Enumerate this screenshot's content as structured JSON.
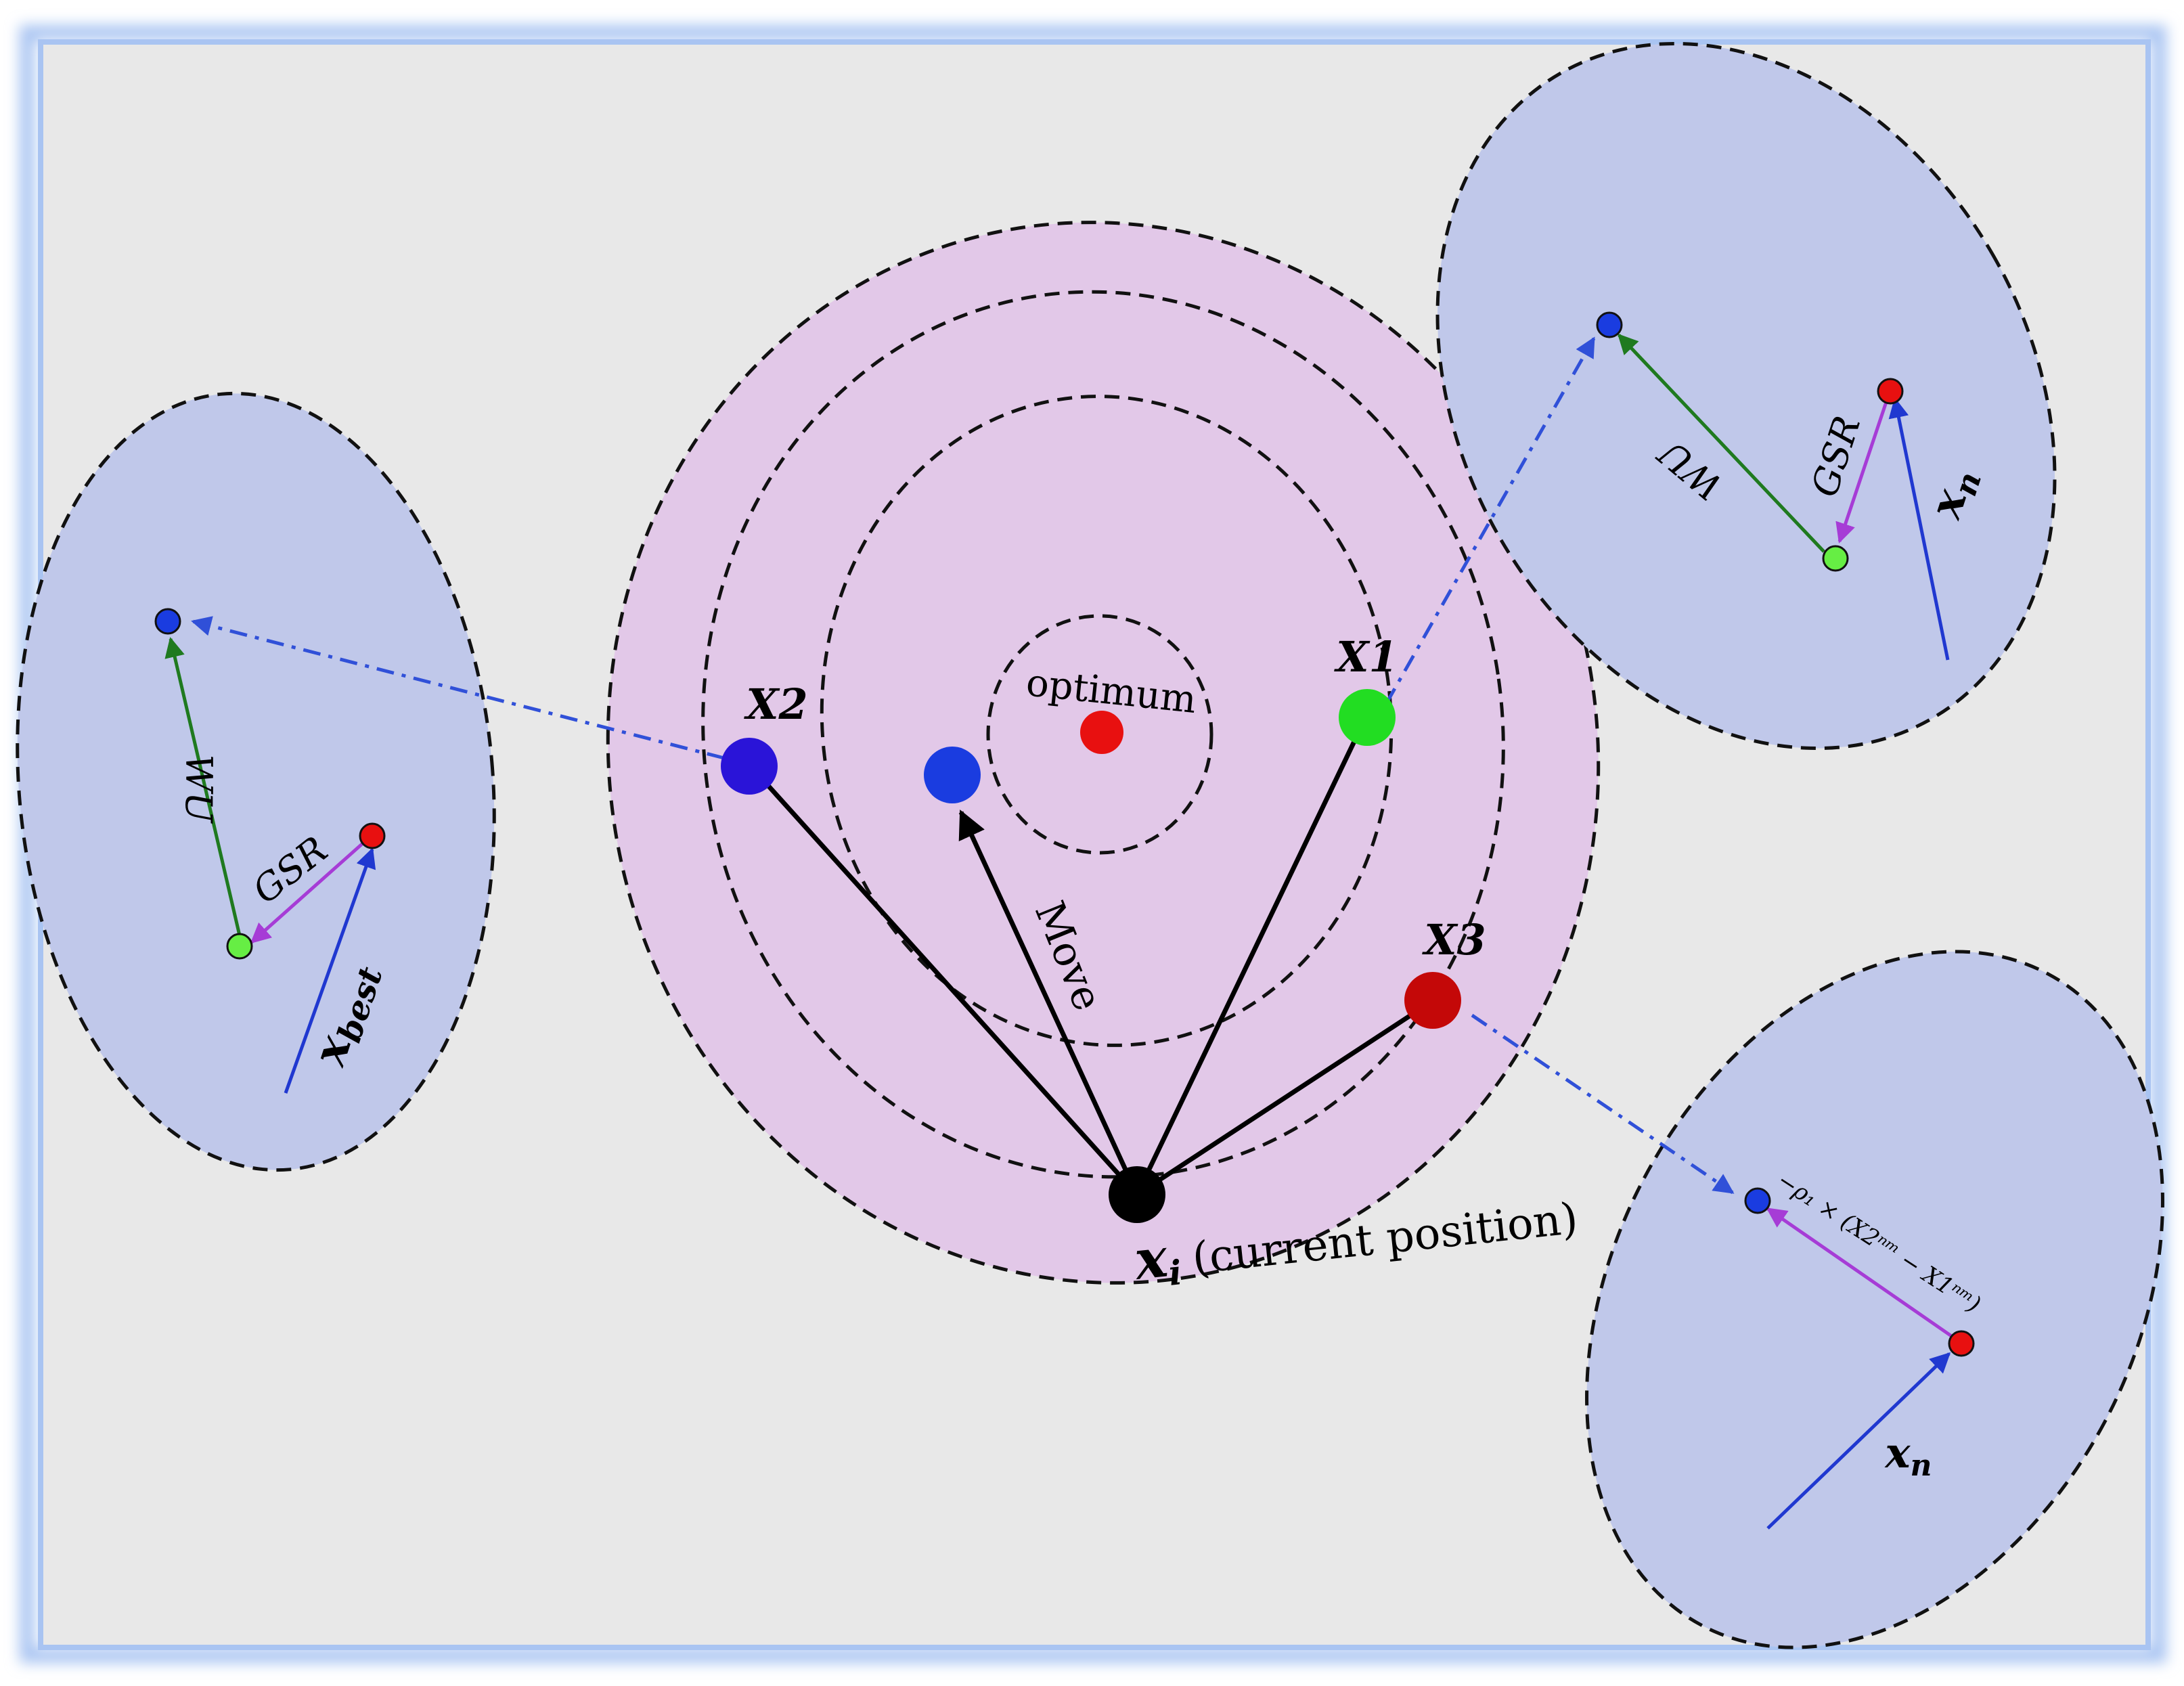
{
  "labels": {
    "optimum": "optimum",
    "move": "Move",
    "x1": "X1",
    "x2": "X2",
    "x3": "X3",
    "xi": "x",
    "xi_sub": "i",
    "current_position": "(current position)",
    "left_wu": "WU",
    "left_gsr": "GSR",
    "left_xbest": "x",
    "left_xbest_sub": "best",
    "tr_wu": "WU",
    "tr_gsr": "GSR",
    "tr_xn": "x",
    "tr_xn_sub": "n",
    "br_formula": "−ρ₁ × (X2ⁿᵐ − X1ⁿᵐ)",
    "br_xn": "x",
    "br_xn_sub": "n"
  },
  "colors": {
    "frame_border": "#a9c4f2",
    "background": "#e8e8e8",
    "center_region": "#e2c8e8",
    "side_region": "#c0c8ea",
    "x1_green": "#22dd22",
    "x2_blue": "#2a14d8",
    "x3_red": "#c40808",
    "move_blue": "#1a3ce0",
    "optimum_red": "#e81010",
    "current_black": "#000000",
    "wu_arrow": "#1f7a1f",
    "gsr_arrow": "#a63cd6",
    "x_arrow": "#2038d0",
    "link_arrow": "#3050d8"
  }
}
